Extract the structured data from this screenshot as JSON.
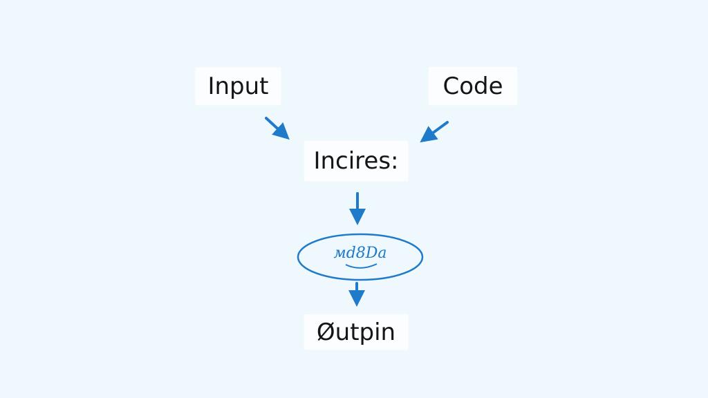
{
  "nodes": {
    "input": "Input",
    "code": "Code",
    "process": "Incires:",
    "ellipse": "мd8Da",
    "output": "Øutpin"
  },
  "colors": {
    "accent": "#1f7ac9",
    "background": "#eef8fd"
  }
}
